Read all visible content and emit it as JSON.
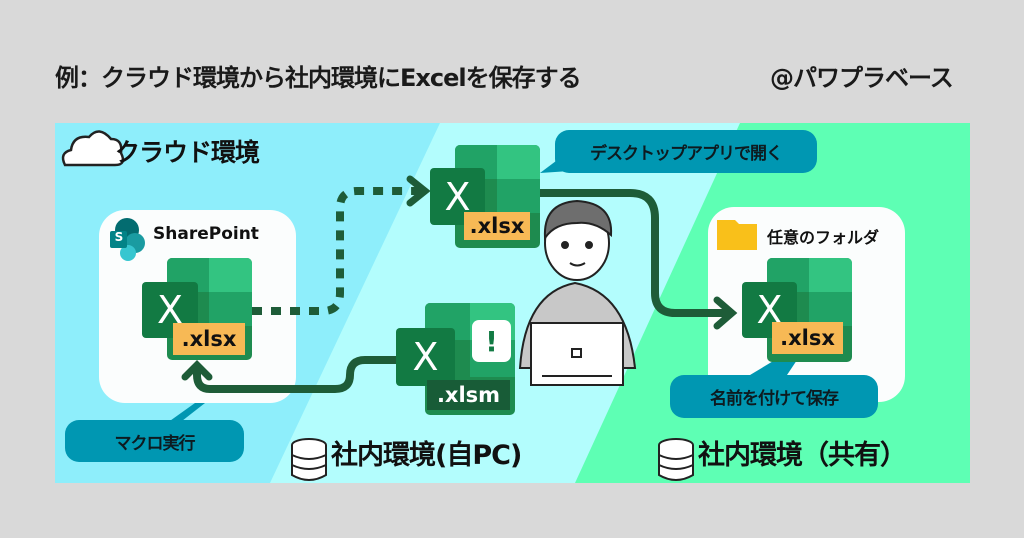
{
  "title": "例：クラウド環境から社内環境にExcelを保存する",
  "credit": "@パワプラベース",
  "environments": {
    "cloud": "クラウド環境",
    "local_pc": "社内環境(自PC)",
    "shared": "社内環境（共有）"
  },
  "sharepoint": {
    "label": "SharePoint",
    "file_ext": ".xlsx"
  },
  "desktop_file": {
    "file_ext": ".xlsx"
  },
  "macro_file": {
    "file_ext": ".xlsm",
    "warning": "!"
  },
  "folder": {
    "label": "任意のフォルダ",
    "file_ext": ".xlsx"
  },
  "callouts": {
    "open_desktop": "デスクトップアプリで開く",
    "run_macro": "マクロ実行",
    "save_as": "名前を付けて保存"
  },
  "icons": {
    "excel": "X",
    "sharepoint": "S"
  },
  "colors": {
    "cloud": "#8eeefb",
    "local": "#b3fdfd",
    "shared": "#5effb4",
    "callout": "#0097b2",
    "arrow": "#1e5c38",
    "label": "#f7b955"
  }
}
